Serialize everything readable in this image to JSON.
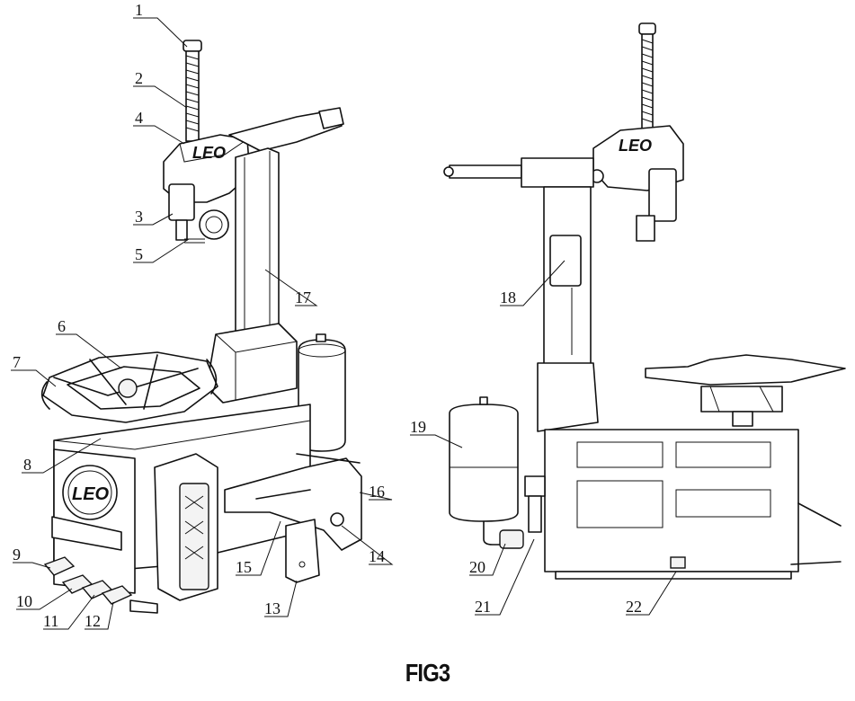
{
  "figure": {
    "caption": "FIG3",
    "logo_text": "LEO",
    "left_view_callouts": [
      "1",
      "2",
      "3",
      "4",
      "5",
      "6",
      "7",
      "8",
      "9",
      "10",
      "11",
      "12",
      "13",
      "14",
      "15",
      "16",
      "17"
    ],
    "right_view_callouts": [
      "18",
      "19",
      "20",
      "21",
      "22"
    ]
  }
}
